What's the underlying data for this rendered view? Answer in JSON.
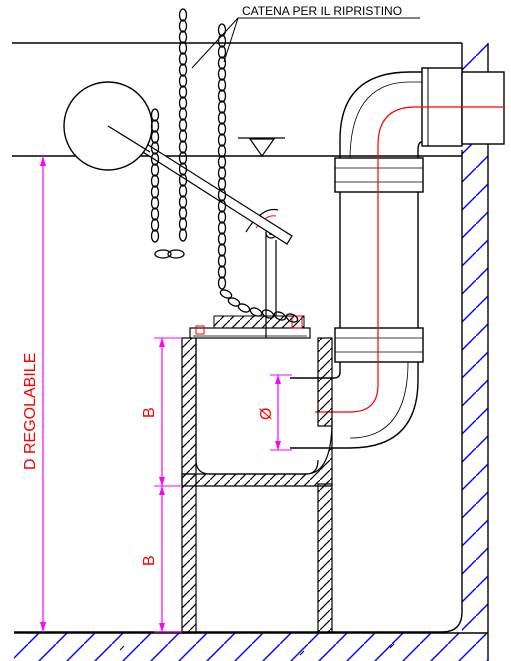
{
  "labels": {
    "chain": "CATENA PER IL RIPRISTINO",
    "depth": "D  REGOLABILE",
    "b_upper": "B",
    "b_lower": "B",
    "diameter": "Ø"
  },
  "colors": {
    "line": "#000000",
    "dimension": "#ff00ff",
    "red_text": "#ff0000",
    "hatch": "#0000ff",
    "accent_red": "#ff0000"
  }
}
